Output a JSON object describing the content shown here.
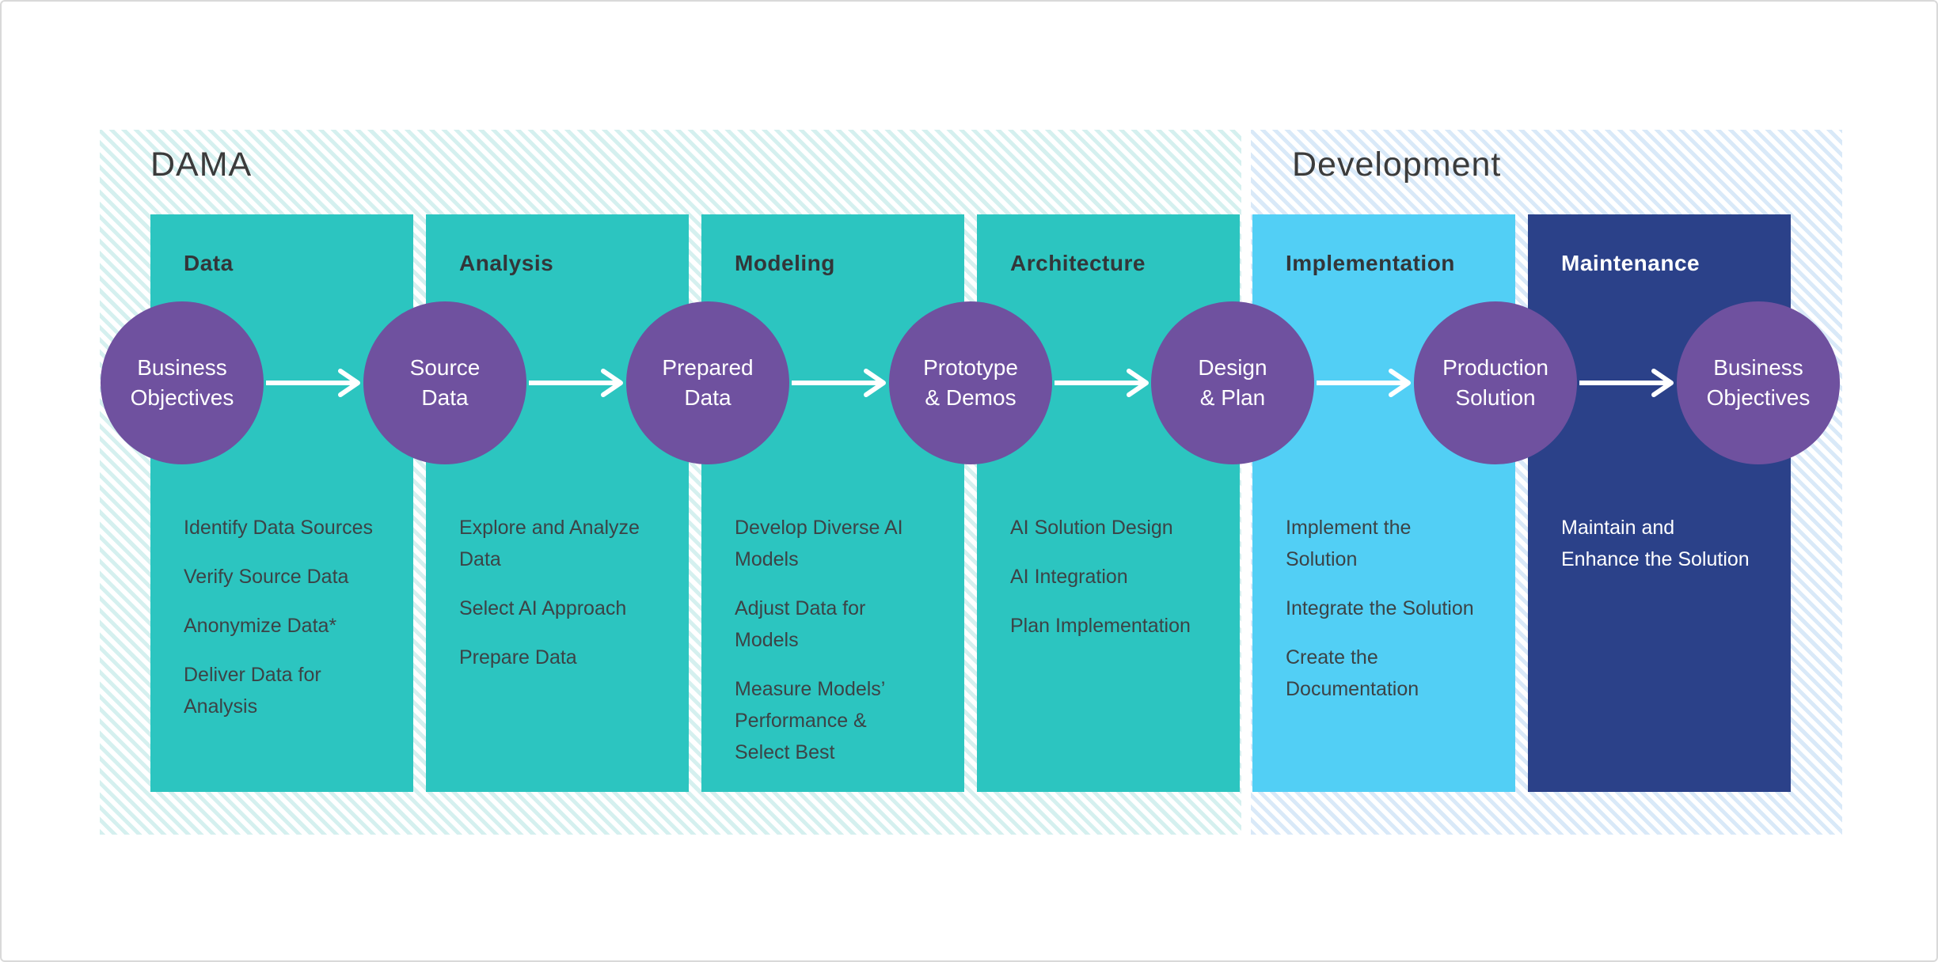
{
  "sections": [
    {
      "title": "DAMA"
    },
    {
      "title": "Development"
    }
  ],
  "columns": [
    {
      "header": "Data",
      "theme": "teal",
      "items": [
        "Identify Data Sources",
        "Verify Source Data",
        "Anonymize Data*",
        "Deliver Data for\nAnalysis"
      ]
    },
    {
      "header": "Analysis",
      "theme": "teal",
      "items": [
        "Explore and Analyze\nData",
        "Select AI Approach",
        "Prepare Data"
      ]
    },
    {
      "header": "Modeling",
      "theme": "teal",
      "items": [
        "Develop Diverse AI\nModels",
        "Adjust Data for\nModels",
        "Measure Models’\nPerformance &\nSelect Best"
      ]
    },
    {
      "header": "Architecture",
      "theme": "teal",
      "items": [
        "AI Solution Design",
        "AI Integration",
        "Plan Implementation"
      ]
    },
    {
      "header": "Implementation",
      "theme": "lightblue",
      "items": [
        "Implement the\nSolution",
        "Integrate the Solution",
        "Create the\nDocumentation"
      ]
    },
    {
      "header": "Maintenance",
      "theme": "navy",
      "items": [
        "Maintain and\nEnhance the Solution"
      ]
    }
  ],
  "nodes": [
    {
      "lines": [
        "Business",
        "Objectives"
      ]
    },
    {
      "lines": [
        "Source",
        "Data"
      ]
    },
    {
      "lines": [
        "Prepared",
        "Data"
      ]
    },
    {
      "lines": [
        "Prototype",
        "& Demos"
      ]
    },
    {
      "lines": [
        "Design",
        "& Plan"
      ]
    },
    {
      "lines": [
        "Production",
        "Solution"
      ]
    },
    {
      "lines": [
        "Business",
        "Objectives"
      ]
    }
  ],
  "colors": {
    "teal": "#2cc5c0",
    "lightblue": "#52cff5",
    "navy": "#2b4189",
    "purple": "#6f519f",
    "stripe_teal": "#d5f0ef",
    "stripe_blue": "#d9e9f8",
    "text_dark": "#3c4346",
    "text_white": "#ffffff"
  }
}
